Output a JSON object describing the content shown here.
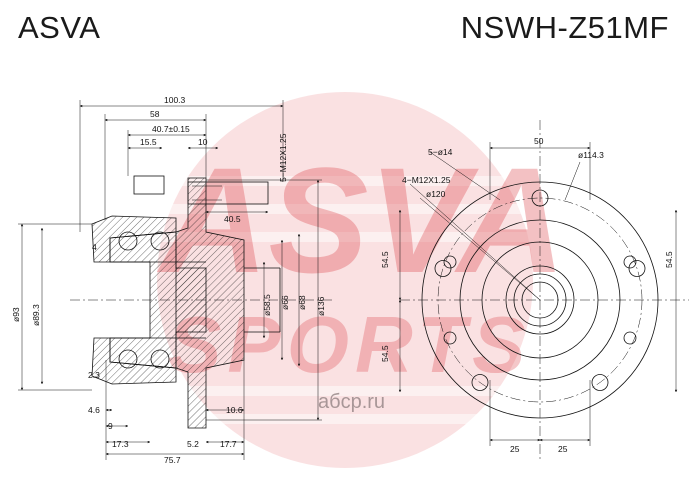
{
  "header": {
    "brand": "ASVA",
    "part_number": "NSWH-Z51MF"
  },
  "watermark": {
    "text": "ASVA",
    "sub": "SPORTS",
    "site": "aбcp.ru",
    "color": "#d7262d"
  },
  "side_view": {
    "dims": {
      "d100_3": "100.3",
      "d58": "58",
      "d40_7": "40.7±0.15",
      "d15_5": "15.5",
      "d10": "10",
      "stud": "5−M12X1.25",
      "d40_5": "40.5",
      "d4": "4",
      "d93": "ø93",
      "d89_3": "ø89.3",
      "d58_5": "ø58.5",
      "d66": "ø66",
      "d68": "ø68",
      "d136": "ø136",
      "d2_3": "2.3",
      "d4_6": "4.6",
      "d9": "9",
      "d10_6": "10.6",
      "d17_3": "17.3",
      "d5_2": "5.2",
      "d17_7": "17.7",
      "d75_7": "75.7"
    }
  },
  "front_view": {
    "dims": {
      "d50": "50",
      "holes": "5−ø14",
      "pcd": "ø114.3",
      "threads": "4−M12X1.25",
      "d120": "ø120",
      "left_top": "54.5",
      "left_bottom": "54.5",
      "right": "54.5",
      "bottom_left": "25",
      "bottom_right": "25"
    }
  }
}
